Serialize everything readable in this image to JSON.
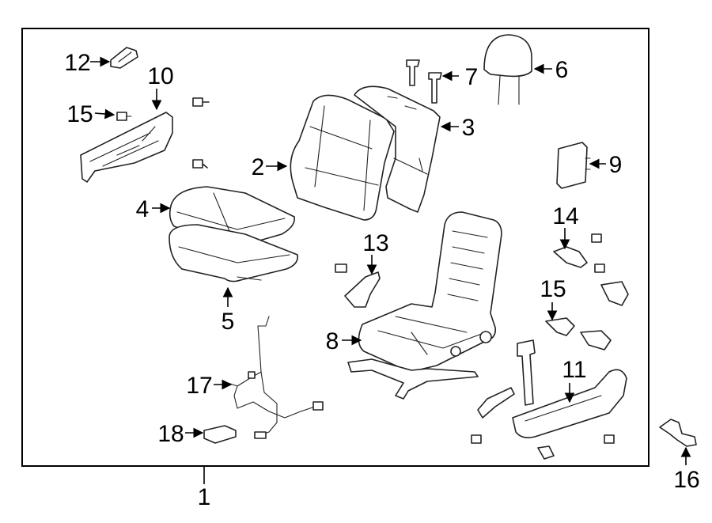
{
  "callouts": {
    "c1": "1",
    "c2": "2",
    "c3": "3",
    "c4": "4",
    "c5": "5",
    "c6": "6",
    "c7": "7",
    "c8": "8",
    "c9": "9",
    "c10": "10",
    "c11": "11",
    "c12": "12",
    "c13": "13",
    "c14": "14",
    "c15a": "15",
    "c15b": "15",
    "c16": "16",
    "c17": "17",
    "c18": "18"
  },
  "colors": {
    "line": "#222222",
    "background": "#ffffff"
  }
}
